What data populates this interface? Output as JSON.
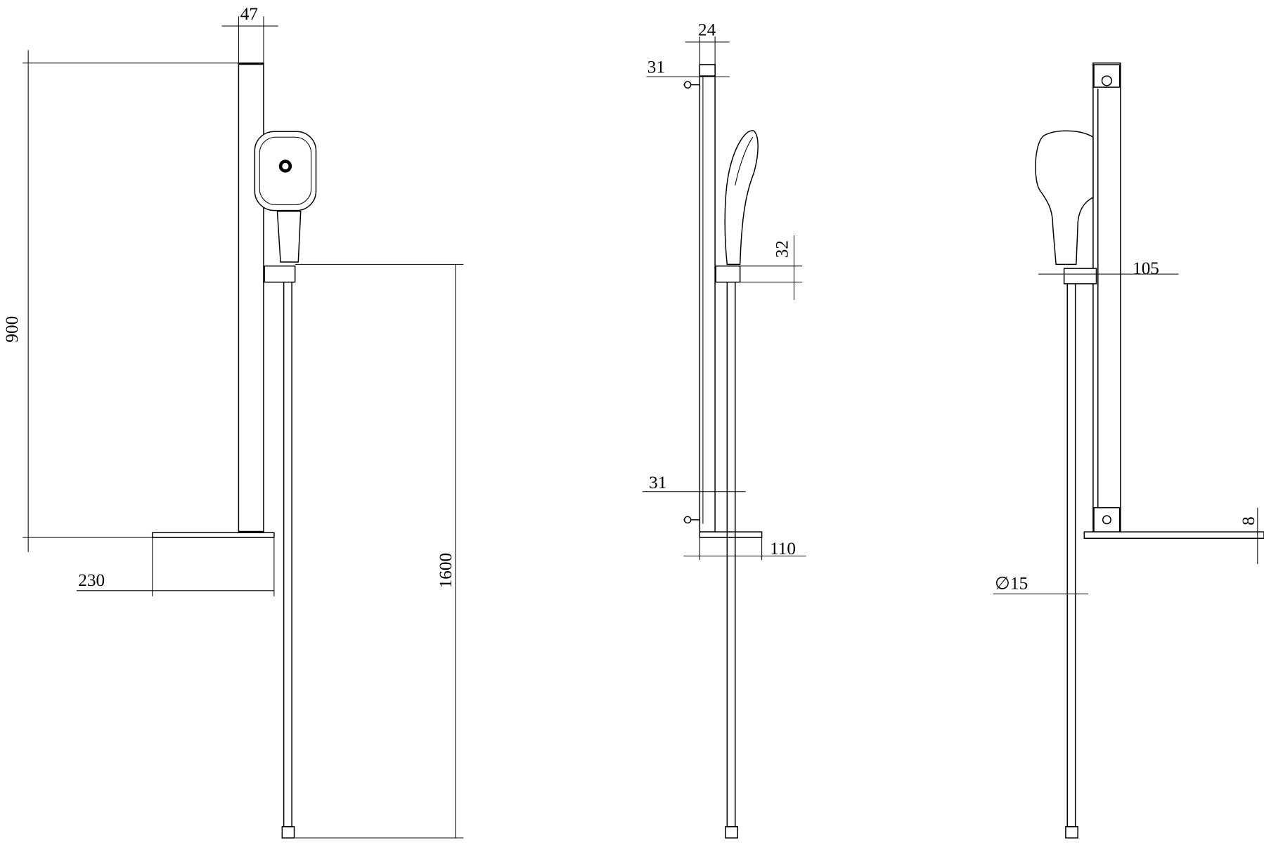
{
  "title": "Shower rail set dimension drawing",
  "front_view": {
    "bar_width": "47",
    "bar_height": "900",
    "shelf_width": "230",
    "hose_length": "1600"
  },
  "side_view": {
    "bar_depth": "24",
    "top_bracket": "31",
    "bottom_bracket": "31",
    "holder_height": "32",
    "shelf_depth": "110"
  },
  "back_view": {
    "holder_projection": "105",
    "shelf_thickness": "8",
    "hose_diameter": "∅15"
  }
}
